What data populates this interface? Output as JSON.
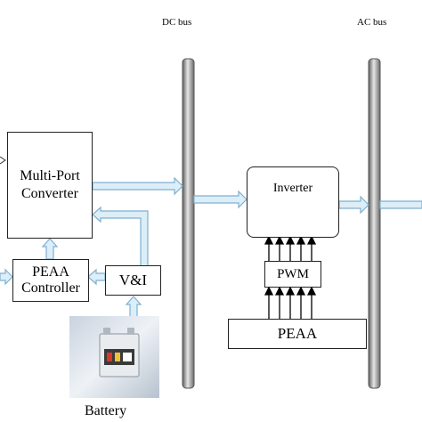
{
  "diagram": {
    "buses": {
      "dc_label": "DC bus",
      "ac_label": "AC bus"
    },
    "blocks": {
      "multiport": "Multi-Port Converter",
      "multiport_line1": "Multi-Port",
      "multiport_line2": "Converter",
      "peaa_controller_line1": "PEAA",
      "peaa_controller_line2": "Controller",
      "vi": "V&I",
      "inverter": "Inverter",
      "pwm": "PWM",
      "peaa": "PEAA"
    },
    "battery_label": "Battery",
    "colors": {
      "arrow_fill": "#dceef8",
      "arrow_stroke": "#7fb0cf",
      "bus_dark": "#6d6d6d",
      "bus_light": "#d9d9d9",
      "box_border": "#222222"
    }
  }
}
